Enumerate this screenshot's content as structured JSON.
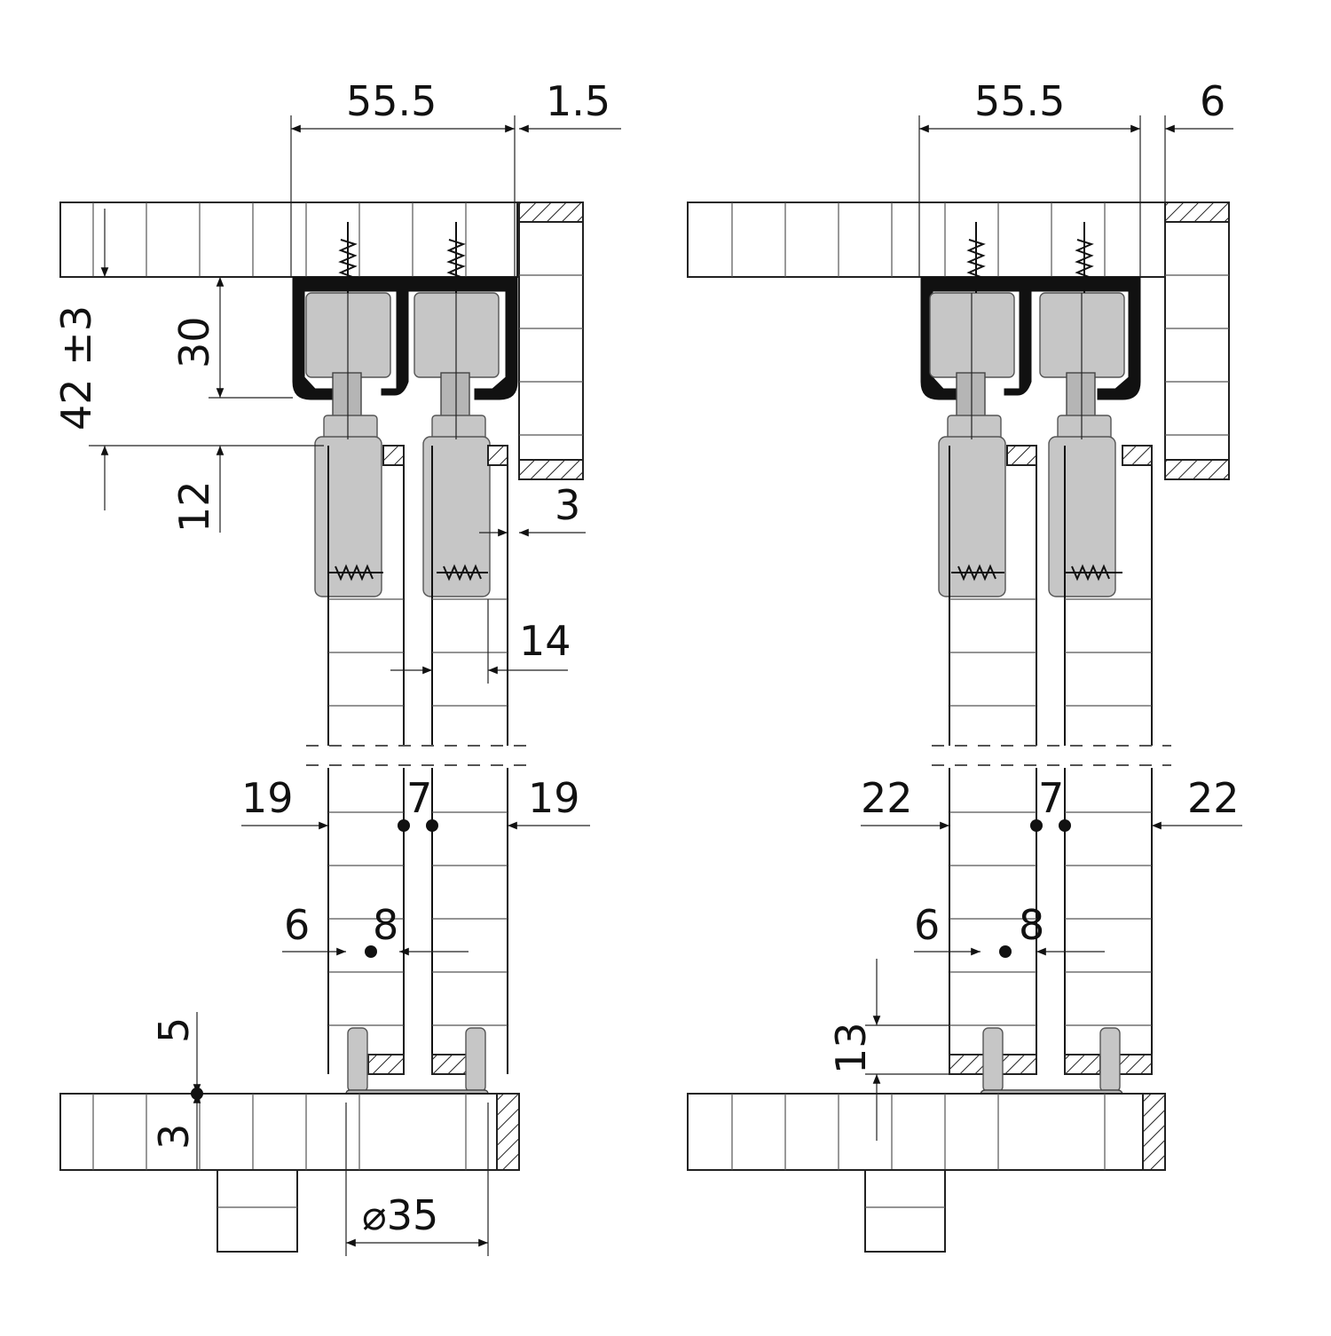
{
  "diagram": {
    "left_view": {
      "dims": {
        "top_span": "55.5",
        "top_offset": "1.5",
        "height_total": "42 ±3",
        "profile_height": "30",
        "clearance": "12",
        "side_gap": "3",
        "panel_thickness": "14",
        "left_inset": "19",
        "center_gap": "7",
        "right_inset": "19",
        "guide_left": "6",
        "guide_center": "8",
        "guide_height": "5",
        "floor_offset": "3",
        "bore_diameter": "⌀35"
      }
    },
    "right_view": {
      "dims": {
        "top_span": "55.5",
        "top_offset": "6",
        "left_inset": "22",
        "center_gap": "7",
        "right_inset": "22",
        "guide_left": "6",
        "guide_center": "8",
        "guide_height": "13"
      }
    },
    "colors": {
      "line": "#111111",
      "metal": "#c6c6c6",
      "profile": "#111111",
      "background": "#ffffff"
    }
  }
}
